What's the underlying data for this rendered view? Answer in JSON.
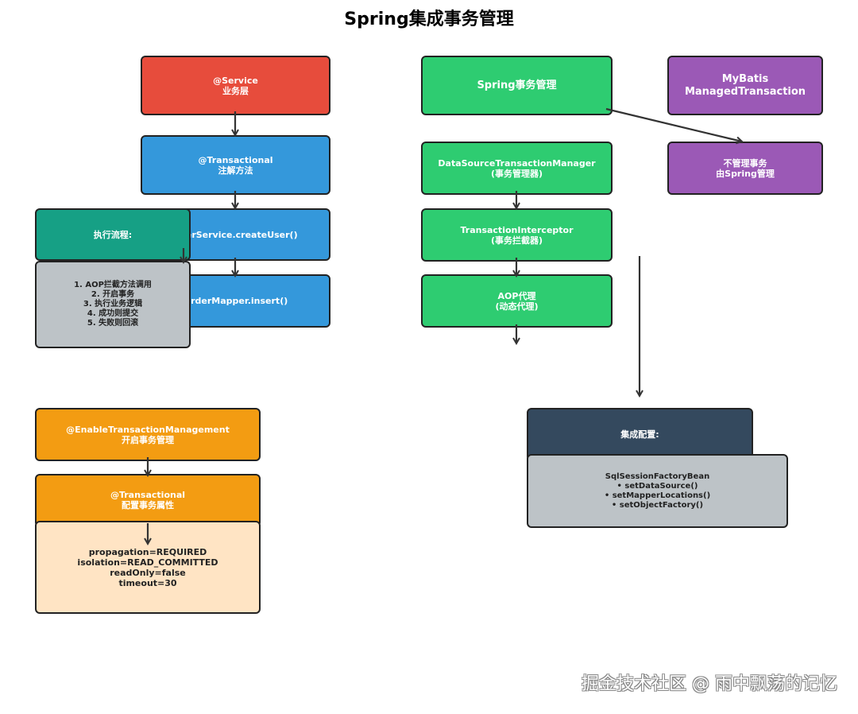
{
  "title": "Spring集成事务管理",
  "service_layer": {
    "line1": "@Service",
    "line2": "业务层"
  },
  "transactional_annotation": {
    "line1": "@Transactional",
    "line2": "注解方法"
  },
  "create_user": {
    "line1": "UserService.createUser()"
  },
  "order_insert": {
    "line1": "OrderMapper.insert()"
  },
  "exec_flow": {
    "header": "执行流程:",
    "steps": [
      "1. AOP拦截方法调用",
      "2. 开启事务",
      "3. 执行业务逻辑",
      "4. 成功则提交",
      "5. 失败则回滚"
    ]
  },
  "spring_tx": {
    "line1": "Spring事务管理"
  },
  "ds_tx_manager": {
    "line1": "DataSourceTransactionManager",
    "line2": "(事务管理器)"
  },
  "tx_interceptor": {
    "line1": "TransactionInterceptor",
    "line2": "(事务拦截器)"
  },
  "aop_proxy": {
    "line1": "AOP代理",
    "line2": "(动态代理)"
  },
  "mybatis_tx": {
    "line1": "MyBatis",
    "line2": "ManagedTransaction"
  },
  "no_manage": {
    "line1": "不管理事务",
    "line2": "由Spring管理"
  },
  "enable_tx": {
    "line1": "@EnableTransactionManagement",
    "line2": "开启事务管理"
  },
  "config_tx": {
    "line1": "@Transactional",
    "line2": "配置事务属性"
  },
  "tx_attrs": {
    "lines": [
      "propagation=REQUIRED",
      "isolation=READ_COMMITTED",
      "readOnly=false",
      "timeout=30"
    ]
  },
  "integration": {
    "header": "集成配置:",
    "lines": [
      "SqlSessionFactoryBean",
      "• setDataSource()",
      "• setMapperLocations()",
      "• setObjectFactory()"
    ]
  },
  "watermark": "掘金技术社区 @ 雨中飘荡的记忆",
  "colors": {
    "red": "#e74c3c",
    "blue": "#3498db",
    "green": "#2ecc71",
    "purple": "#9b59b6",
    "teal": "#16a085",
    "gray": "#bdc3c7",
    "orange": "#f39c12",
    "peach": "#ffe4c4",
    "navy": "#34495e"
  }
}
